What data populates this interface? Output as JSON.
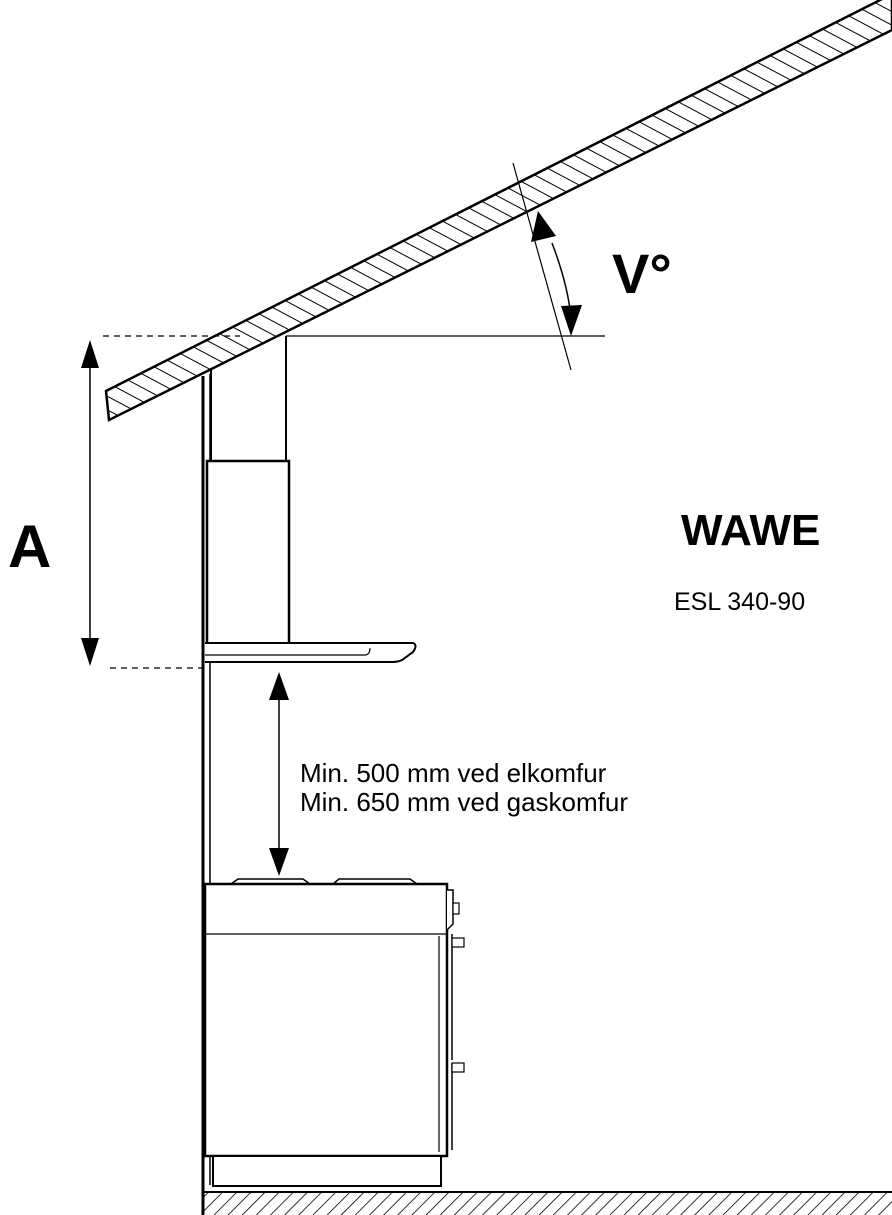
{
  "labels": {
    "angle": "V°",
    "dimension": "A",
    "brand": "WAWE",
    "model": "ESL 340-90",
    "clearance_line_1": "Min. 500 mm ved elkomfur",
    "clearance_line_2": "Min. 650 mm ved gaskomfur"
  },
  "colors": {
    "line": "#000000",
    "background": "#ffffff"
  }
}
